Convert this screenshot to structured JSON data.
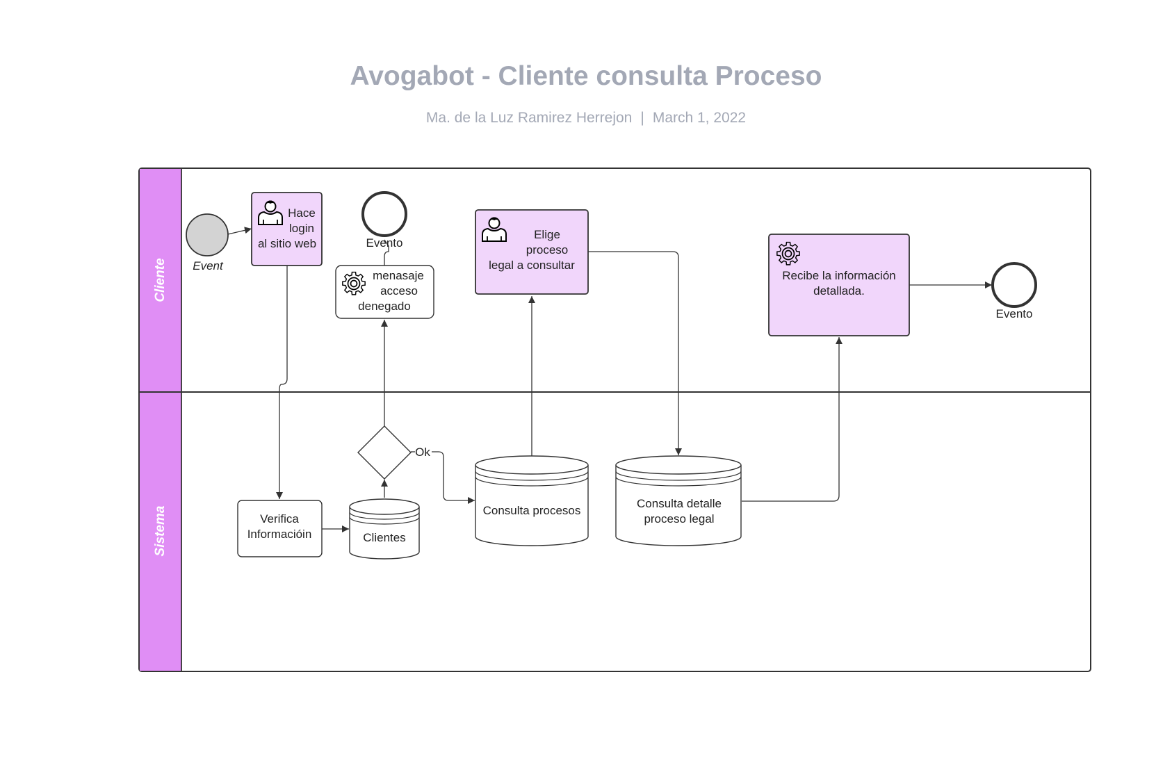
{
  "header": {
    "title": "Avogabot - Cliente consulta Proceso",
    "author": "Ma. de la Luz Ramirez Herrejon",
    "separator": "|",
    "date": "March 1, 2022"
  },
  "lanes": {
    "top": "Cliente",
    "bottom": "Sistema"
  },
  "nodes": {
    "start_event": "Event",
    "task_login": [
      "Hace",
      "login",
      "al sitio web"
    ],
    "end_event_denied": "Evento",
    "task_denied": [
      "menasaje",
      "acceso",
      "denegado"
    ],
    "task_elige": [
      "Elige",
      "proceso",
      "legal a consultar"
    ],
    "task_recibe": [
      "Recibe la información",
      "detallada."
    ],
    "end_event_final": "Evento",
    "task_verifica": [
      "Verifica",
      "Informacióin"
    ],
    "db_clientes": "Clientes",
    "gateway_label": "Ok",
    "db_consulta_procesos": "Consulta procesos",
    "db_consulta_detalle": [
      "Consulta detalle",
      "proceso legal"
    ]
  },
  "colors": {
    "lane_header": "#e08ef5",
    "task_highlight": "#f1d6fb",
    "start_event_fill": "#d3d3d3",
    "border": "#333333"
  },
  "icons": {
    "user_task": "user-icon",
    "service_task": "gear-icon"
  }
}
